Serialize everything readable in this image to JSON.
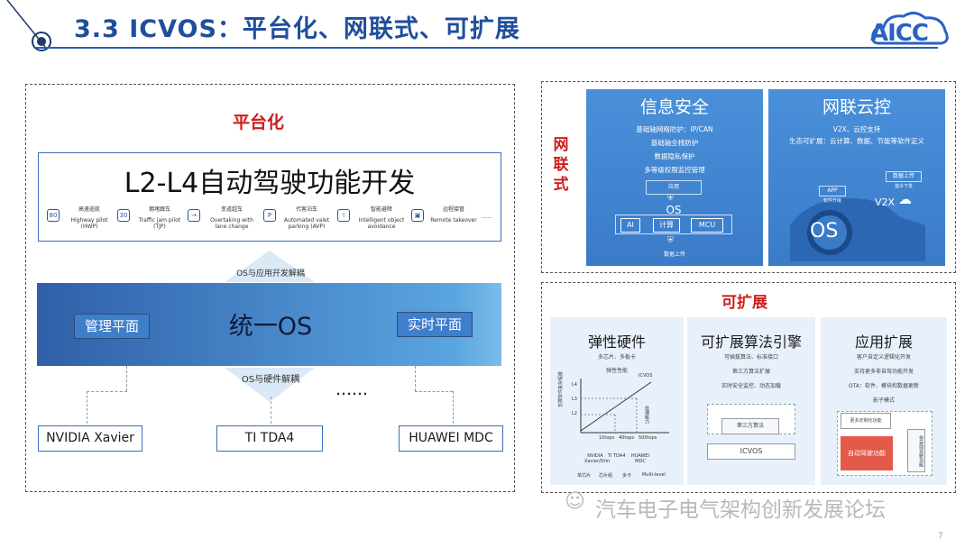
{
  "title": "3.3 ICVOS：平台化、网联式、可扩展",
  "logo": "AICC",
  "left": {
    "label": "平台化",
    "banner": "L2-L4自动驾驶功能开发",
    "features": [
      {
        "icon": "80",
        "cn": "高速巡航",
        "en": "Highway pilot (HWP)"
      },
      {
        "icon": "30",
        "cn": "拥堵跟车",
        "en": "Traffic jam pilot (TJP)"
      },
      {
        "icon": "→",
        "cn": "变道超车",
        "en": "Overtaking with lane change"
      },
      {
        "icon": "P",
        "cn": "代客泊车",
        "en": "Automated valet parking (AVP)"
      },
      {
        "icon": "!",
        "cn": "智能避障",
        "en": "Intelligent object avoidance"
      },
      {
        "icon": "▣",
        "cn": "远程接管",
        "en": "Remote takeover"
      }
    ],
    "ellipsis_small": "……",
    "decouple_top": "OS与应用开发解耦",
    "os": "统一OS",
    "mgmt_plane": "管理平面",
    "rt_plane": "实时平面",
    "decouple_bottom": "OS与硬件解耦",
    "ellipsis": "……",
    "hardware": [
      "NVIDIA Xavier",
      "TI TDA4",
      "HUAWEI MDC"
    ]
  },
  "net": {
    "label": "网联式",
    "security": {
      "title": "信息安全",
      "lines": [
        "基础轴网络防护：IP/CAN",
        "基础轴全栈防护",
        "数据隐私保护",
        "多等级权限监控管理"
      ],
      "app": "应用",
      "os": "OS",
      "ai": "AI",
      "compute": "计算",
      "mcu": "MCU",
      "bottom": "数据上传"
    },
    "cloud": {
      "title": "网联云控",
      "lines": [
        "V2X、云控支持",
        "生态可扩展：云计算、数据、节能等软件定义"
      ],
      "app": "APP",
      "app_sub": "软件升级",
      "upload": "数据上传",
      "upload_sub": "指令下发",
      "v2x": "V2X",
      "os": "OS"
    }
  },
  "ext": {
    "label": "可扩展",
    "hardware": {
      "title": "弹性硬件",
      "lines": [
        "多芯片、多板卡",
        "弹性性能"
      ],
      "chart_y": "支撑软件复杂程度",
      "chart_x": "处理能力",
      "curve": "ICVOS",
      "ticks_y": [
        "L4",
        "L3",
        "L2"
      ],
      "ticks_x": [
        "10tops",
        "40tops",
        "500tops"
      ],
      "chips": [
        "NVIDIA Xavier/Orin",
        "TI TDA4",
        "HUAWEI MDC"
      ],
      "row": [
        "单芯片",
        "芯片组",
        "多卡",
        "Multi-level"
      ]
    },
    "algo": {
      "title": "可扩展算法引擎",
      "lines": [
        "可插拔算法、标准接口",
        "第三方算法扩展",
        "实时安全监控、动态加载"
      ],
      "third": "第三方算法",
      "icvos": "ICVOS"
    },
    "app": {
      "title": "应用扩展",
      "lines": [
        "客户自定义逻辑化开发",
        "支持更多非自驾功能开发",
        "OTA：软件、模块和数据更新",
        "影子模式"
      ],
      "more": "更多定制化功能",
      "adf": "自动驾驶功能",
      "other": "非自动驾驶功能"
    }
  },
  "watermark": "汽车电子电气架构创新发展论坛",
  "page": "7"
}
